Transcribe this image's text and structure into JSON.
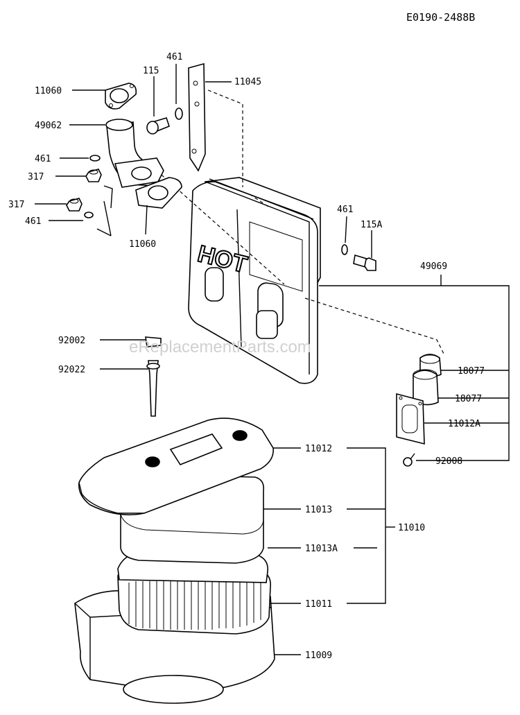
{
  "diagram_code": "E0190-2488B",
  "watermark": "eReplacementParts.com",
  "hot_text": "HOT",
  "callouts": {
    "p11060_top": "11060",
    "p49062": "49062",
    "p461_a": "461",
    "p317_a": "317",
    "p317_b": "317",
    "p461_b": "461",
    "p11060_bottom": "11060",
    "p115": "115",
    "p461_top": "461",
    "p11045": "11045",
    "p461_right": "461",
    "p115A": "115A",
    "p49069": "49069",
    "p92002": "92002",
    "p92022": "92022",
    "p18077_a": "18077",
    "p18077_b": "18077",
    "p11012A": "11012A",
    "p92008": "92008",
    "p11012": "11012",
    "p11013": "11013",
    "p11010": "11010",
    "p11013A": "11013A",
    "p11011": "11011",
    "p11009": "11009"
  }
}
